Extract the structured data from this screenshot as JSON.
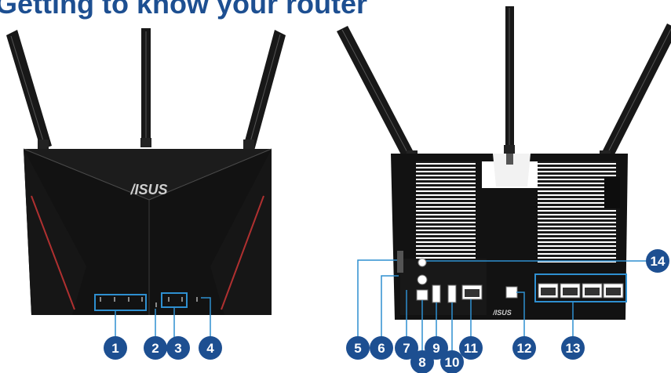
{
  "title": "Getting to know your router",
  "brand": "/ISUS",
  "callouts": [
    "1",
    "2",
    "3",
    "4",
    "5",
    "6",
    "7",
    "8",
    "9",
    "10",
    "11",
    "12",
    "13",
    "14"
  ],
  "colors": {
    "callout": "#1d4f91",
    "title": "#1d4f91",
    "highlight": "#2e8fd0",
    "body": "#121212"
  }
}
